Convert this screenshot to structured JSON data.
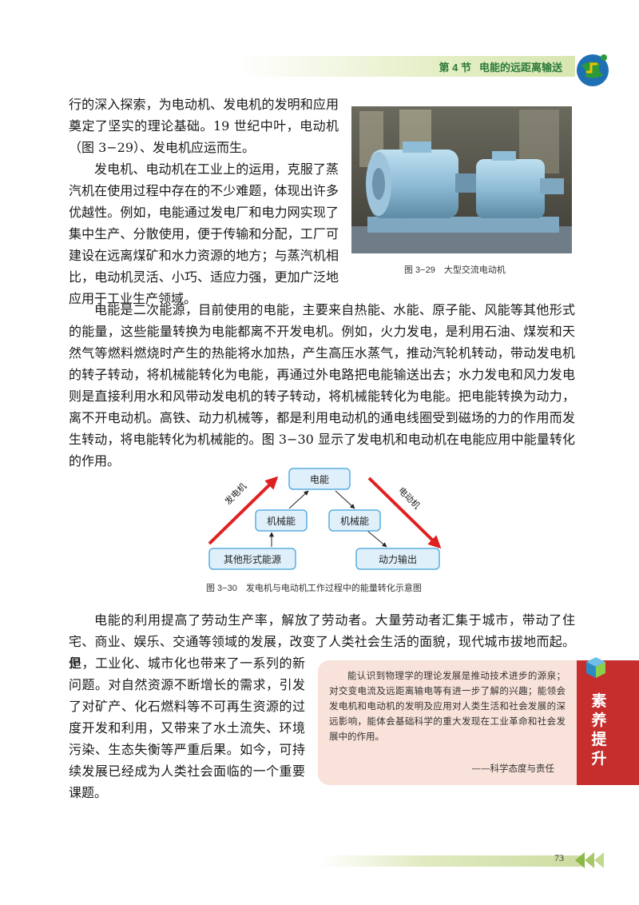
{
  "header": {
    "section_number": "第 4 节",
    "section_title": "电能的远距离输送"
  },
  "paragraphs": {
    "p1": "行的深入探索，为电动机、发电机的发明和应用奠定了坚实的理论基础。19 世纪中叶，电动机（图 3−29）、发电机应运而生。",
    "p2": "发电机、电动机在工业上的运用，克服了蒸汽机在使用过程中存在的不少难题，体现出许多优越性。例如，电能通过发电厂和电力网实现了集中生产、分散使用，便于传输和分配，工厂可建设在远离煤矿和水力资源的地方；与蒸汽机相比，电动机灵活、小巧、适应力强，更加广泛地应用于工业生产领域。",
    "p3": "电能是二次能源，目前使用的电能，主要来自热能、水能、原子能、风能等其他形式的能量，这些能量转换为电能都离不开发电机。例如，火力发电，是利用石油、煤炭和天然气等燃料燃烧时产生的热能将水加热，产生高压水蒸气，推动汽轮机转动，带动发电机的转子转动，将机械能转化为电能，再通过外电路把电能输送出去；水力发电和风力发电则是直接利用水和风带动发电机的转子转动，将机械能转化为电能。把电能转换为动力，离不开电动机。高铁、动力机械等，都是利用电动机的通电线圈受到磁场的力的作用而发生转动，将电能转化为机械能的。图 3−30 显示了发电机和电动机在电能应用中能量转化的作用。",
    "p4_lead": "电能的利用提高了劳动生产率，解放了劳动者。大量劳动者汇集于城市，带动了住宅、商业、娱乐、交通等领域的发展，改变了人类社会生活的面貌，现代城市拔地而起。但",
    "p4_rest": "是，工业化、城市化也带来了一系列的新问题。对自然资源不断增长的需求，引发了对矿产、化石燃料等不可再生资源的过度开发和利用，又带来了水土流失、环境污染、生态失衡等严重后果。如今，可持续发展已经成为人类社会面临的一个重要课题。"
  },
  "figure_29": {
    "caption": "图 3−29　大型交流电动机"
  },
  "figure_30": {
    "caption": "图 3−30　发电机与电动机工作过程中的能量转化示意图",
    "nodes": {
      "top": "电能",
      "mid_left": "机械能",
      "mid_right": "机械能",
      "bottom_left": "其他形式能源",
      "bottom_right": "动力输出"
    },
    "arrow_left_label": "发电机",
    "arrow_right_label": "电动机",
    "colors": {
      "box_fill": "#dff0fa",
      "box_stroke": "#5aaee0",
      "big_arrow": "#e02020"
    }
  },
  "literacy": {
    "tab_title": [
      "素",
      "养",
      "提",
      "升"
    ],
    "body": "能认识到物理学的理论发展是推动技术进步的源泉；对交变电流及远距离输电等有进一步了解的兴趣；能领会发电机和电动机的发明及应用对人类生活和社会发展的深远影响，能体会基础科学的重大发现在工业革命和社会发展中的作用。",
    "signature": "——科学态度与责任",
    "colors": {
      "tab": "#c62e2e",
      "box": "#f8e2da"
    }
  },
  "footer": {
    "page_number": "73"
  }
}
